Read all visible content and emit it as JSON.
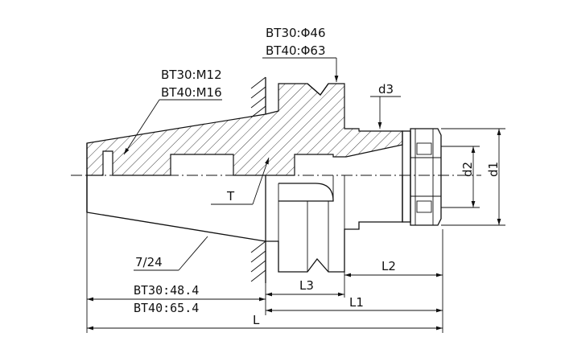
{
  "labels": {
    "flange_bt30": "BT30:Φ46",
    "flange_bt40": "BT40:Φ63",
    "thread_bt30": "BT30:M12",
    "thread_bt40": "BT40:M16",
    "d3": "d3",
    "d2": "d2",
    "d1": "d1",
    "T": "T",
    "taper": "7/24",
    "L2": "L2",
    "L3": "L3",
    "L1": "L1",
    "L": "L",
    "len_bt30": "BT30:48.4",
    "len_bt40": "BT40:65.4"
  }
}
